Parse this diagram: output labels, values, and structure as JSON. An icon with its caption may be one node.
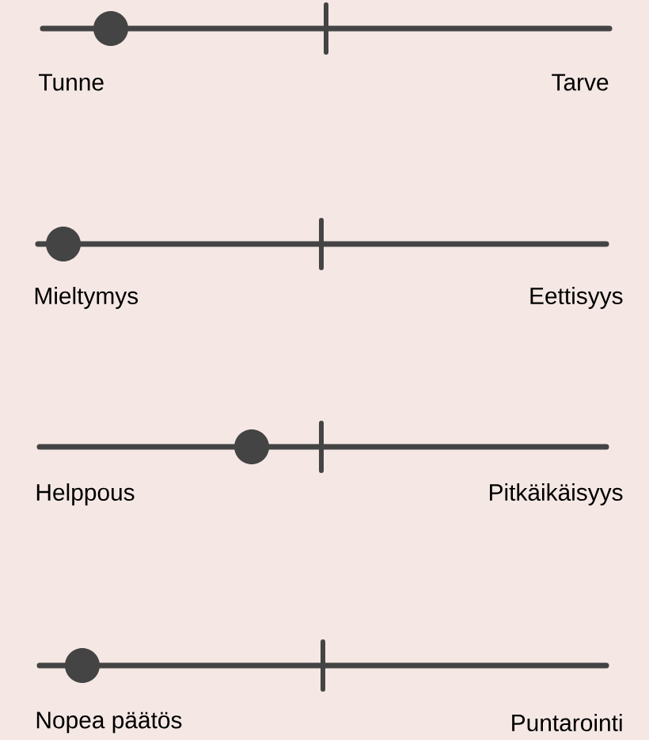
{
  "diagram": {
    "labels": [
      "Tunne",
      "Tarve",
      "Mieltymys",
      "Eettisyys",
      "Helppous",
      "Pitkäikäisyys",
      "Nopea päätös",
      "Puntarointi"
    ]
  }
}
